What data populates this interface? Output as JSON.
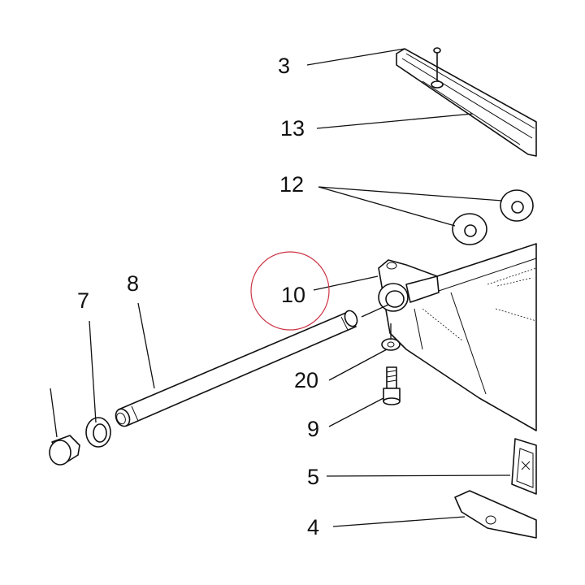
{
  "diagram": {
    "highlight_color": "#cc3344",
    "callouts": [
      {
        "id": "3",
        "label": "3"
      },
      {
        "id": "13",
        "label": "13"
      },
      {
        "id": "12",
        "label": "12"
      },
      {
        "id": "10",
        "label": "10"
      },
      {
        "id": "8",
        "label": "8"
      },
      {
        "id": "7",
        "label": "7"
      },
      {
        "id": "20",
        "label": "20"
      },
      {
        "id": "9",
        "label": "9"
      },
      {
        "id": "5",
        "label": "5"
      },
      {
        "id": "4",
        "label": "4"
      }
    ]
  }
}
